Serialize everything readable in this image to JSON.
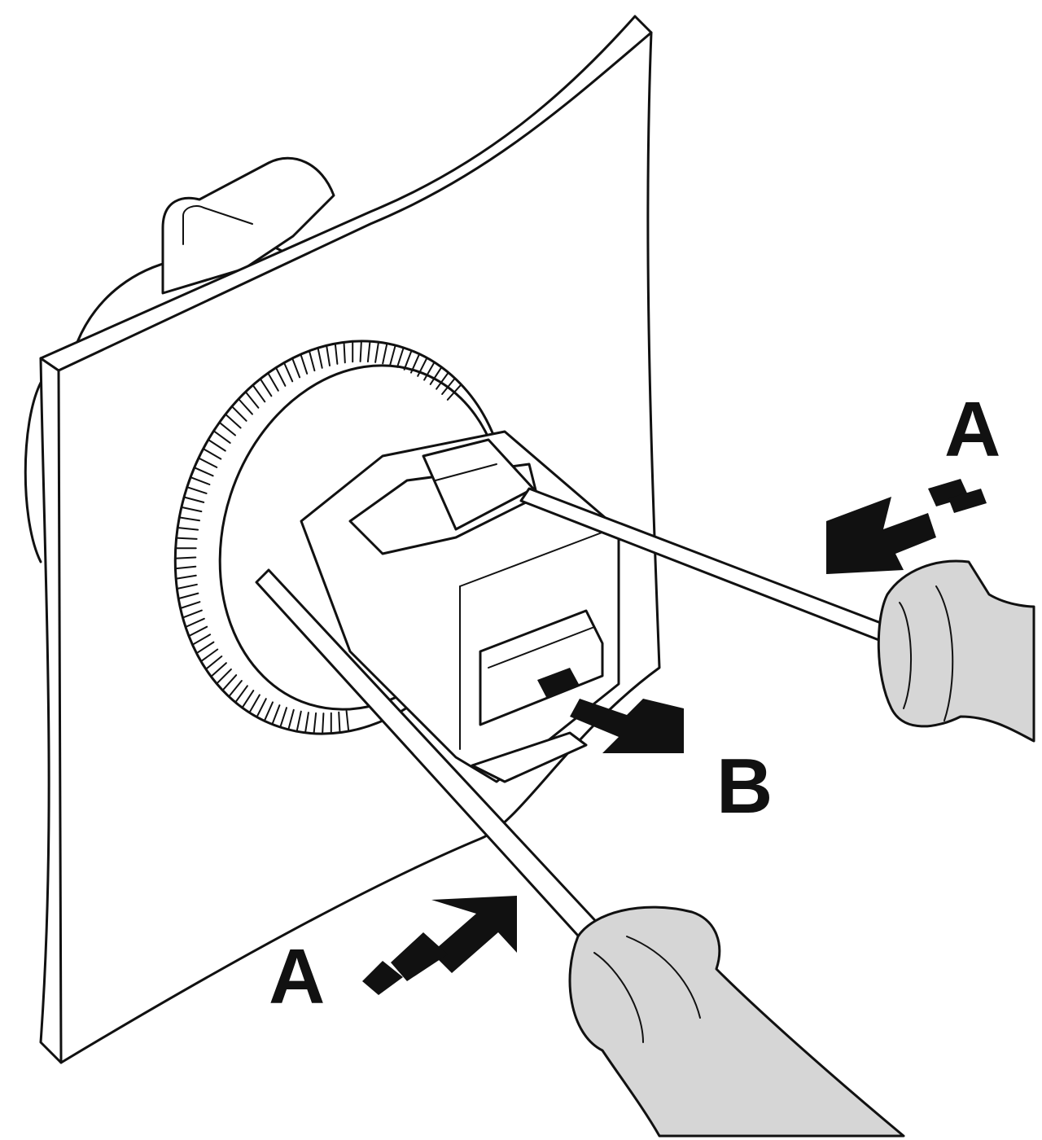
{
  "labels": {
    "a_top": "A",
    "a_bottom": "A",
    "b": "B"
  },
  "colors": {
    "ink": "#111111",
    "handle": "#d6d6d6",
    "background": "#ffffff"
  }
}
